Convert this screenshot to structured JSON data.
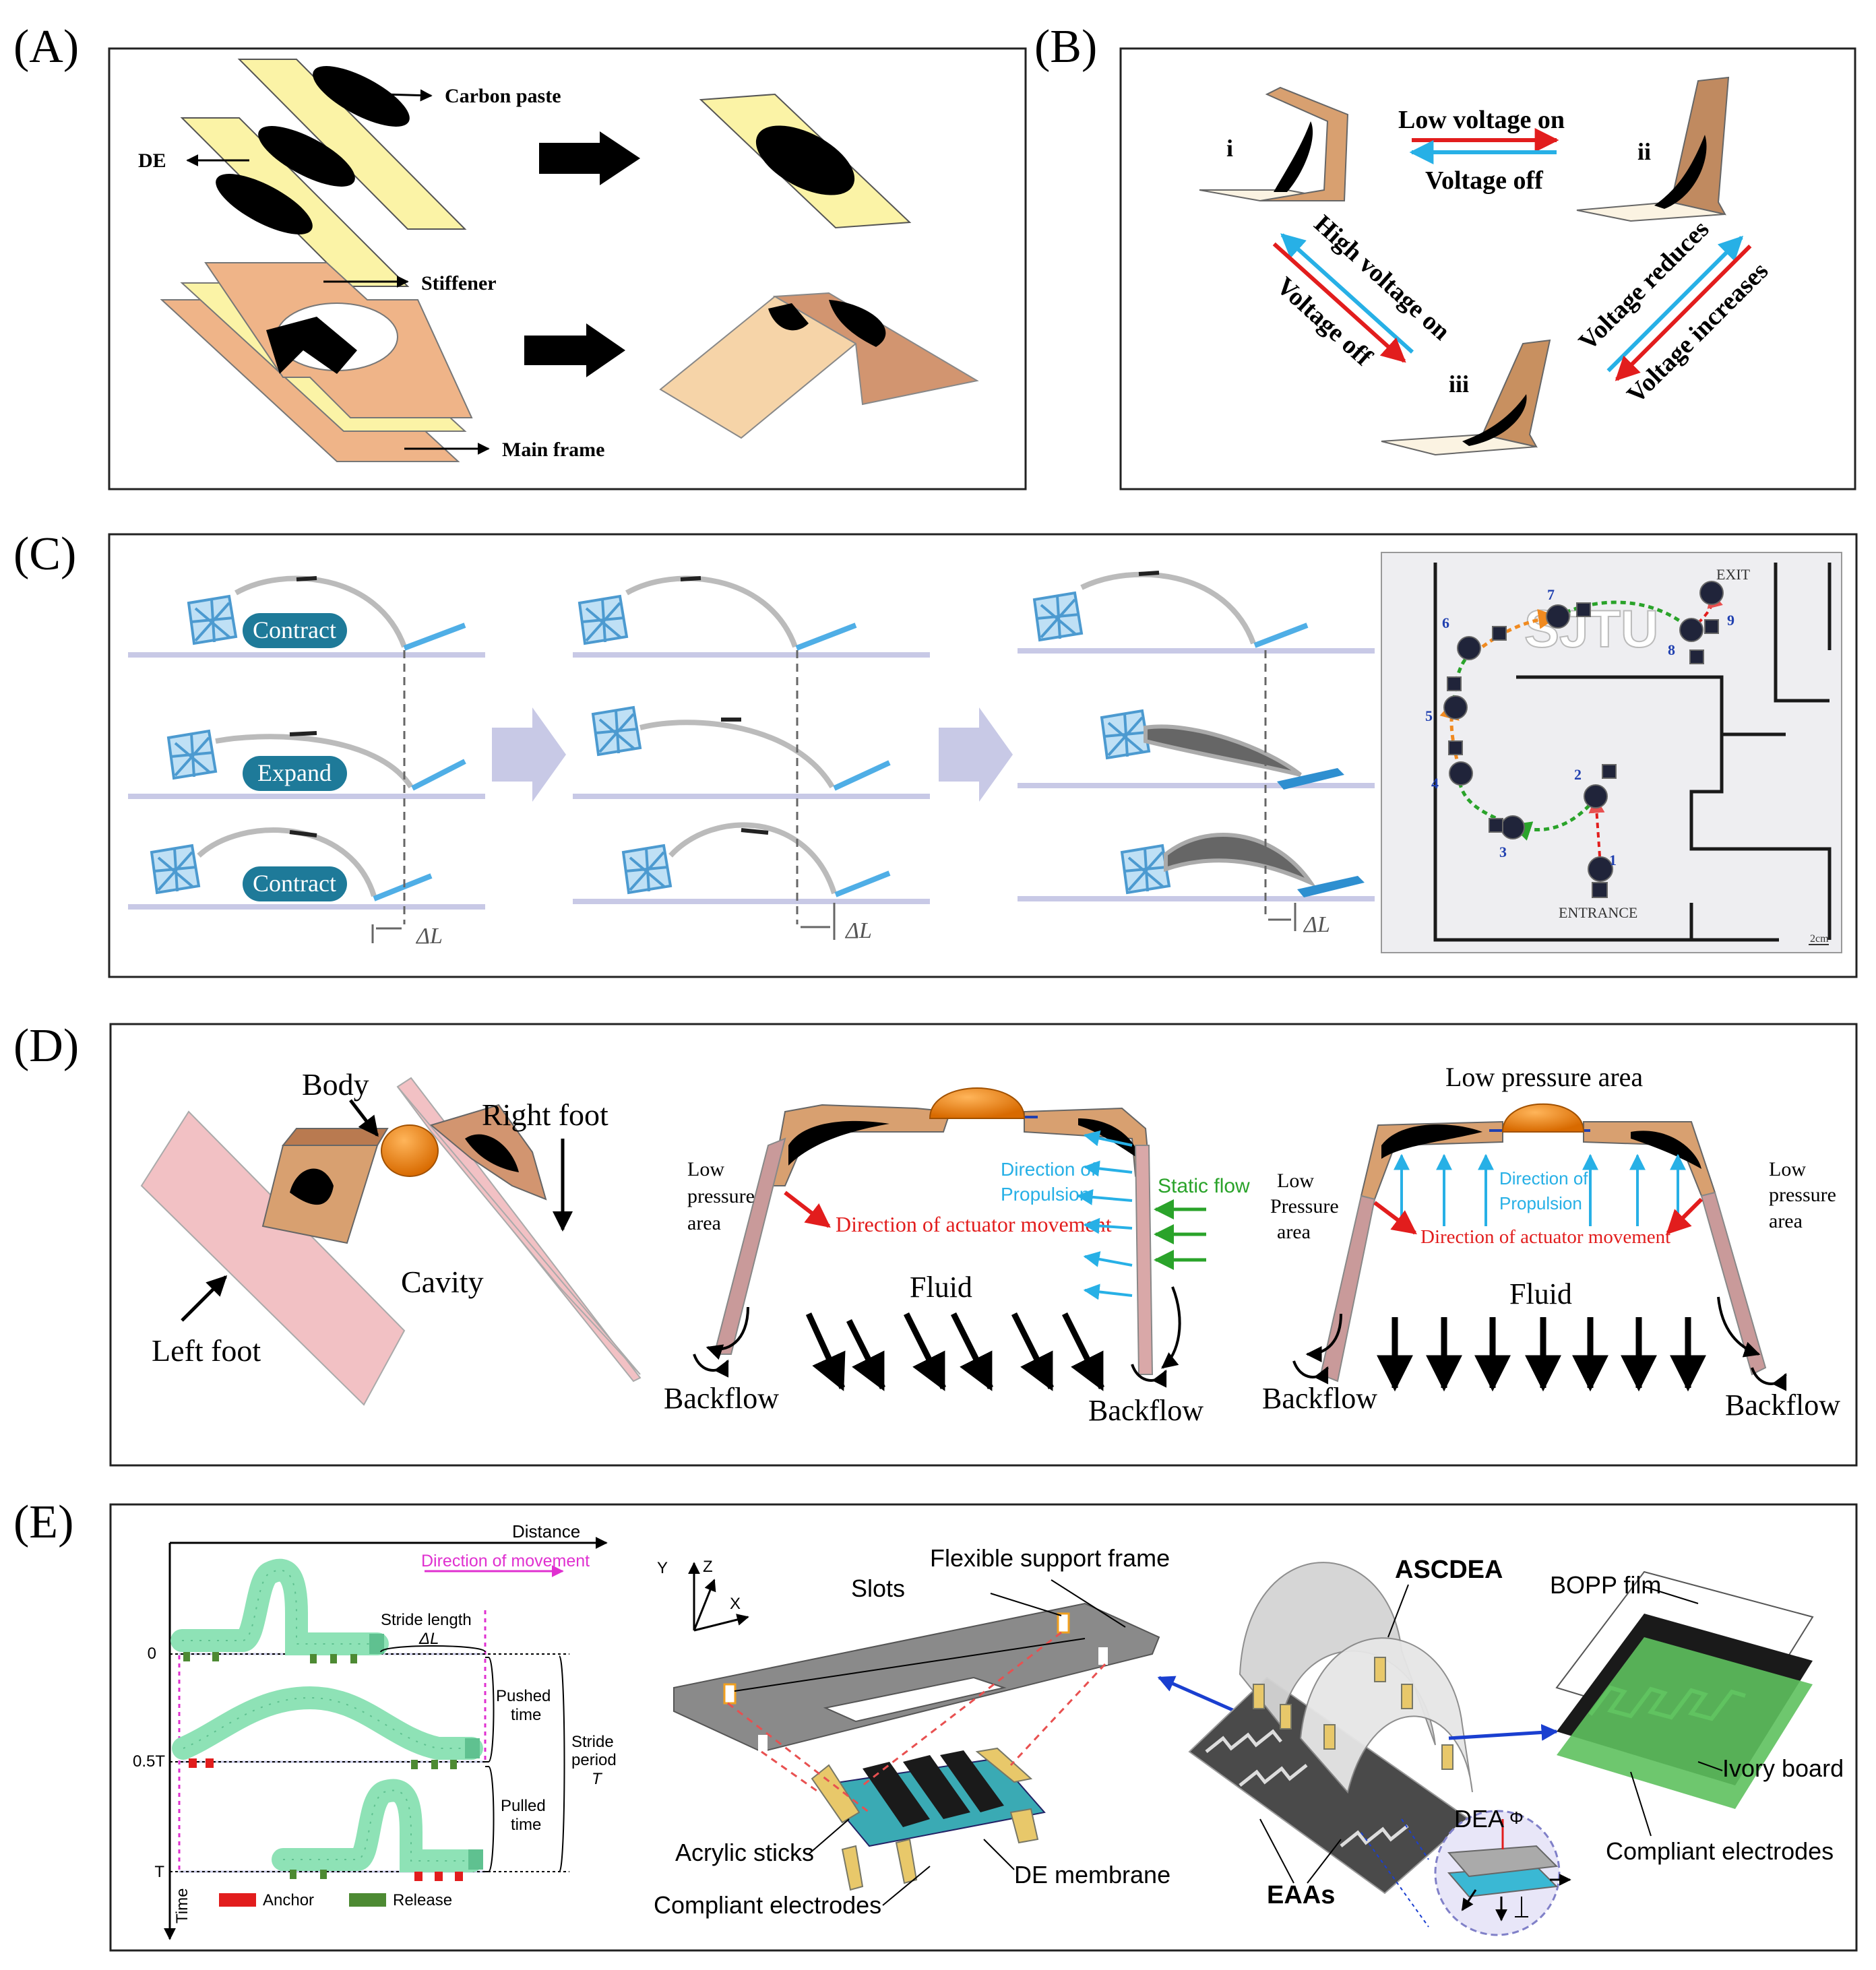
{
  "panels": {
    "a": {
      "label": "(A)",
      "carbon_paste": "Carbon paste",
      "de": "DE",
      "stiffener": "Stiffener",
      "main_frame": "Main frame"
    },
    "b": {
      "label": "(B)",
      "state_i": "i",
      "state_ii": "ii",
      "state_iii": "iii",
      "low_voltage_on": "Low voltage on",
      "voltage_off": "Voltage off",
      "high_voltage_on": "High voltage on",
      "voltage_off_2": "Voltage off",
      "voltage_reduces": "Voltage reduces",
      "voltage_increases": "Voltage increases"
    },
    "c": {
      "label": "(C)",
      "contract": "Contract",
      "expand": "Expand",
      "contract_2": "Contract",
      "delta_l": "ΔL",
      "exit": "EXIT",
      "entrance": "ENTRANCE",
      "sjtu": "SJTU",
      "scale": "2cm",
      "waypoints": [
        "1",
        "2",
        "3",
        "4",
        "5",
        "6",
        "7",
        "8",
        "9"
      ]
    },
    "d": {
      "label": "(D)",
      "body": "Body",
      "right_foot": "Right foot",
      "left_foot": "Left foot",
      "cavity": "Cavity",
      "low_pressure_area": "Low pressure area",
      "low": "Low",
      "pressure": "pressure",
      "area": "area",
      "pressure_cap": "Pressure",
      "direction_of": "Direction of",
      "propulsion": "Propulsion",
      "static_flow": "Static flow",
      "direction_actuator": "Direction of actuator movement",
      "fluid": "Fluid",
      "backflow": "Backflow"
    },
    "e": {
      "label": "(E)",
      "distance": "Distance",
      "direction_movement": "Direction of movement",
      "stride_length": "Stride length",
      "delta_l": "ΔL",
      "t0": "0",
      "t_half": "0.5T",
      "t_full": "T",
      "pushed": "Pushed",
      "pulled": "Pulled",
      "time_word": "time",
      "stride": "Stride",
      "period": "period",
      "period_t": "T",
      "time_axis": "Time",
      "anchor": "Anchor",
      "release": "Release",
      "axis_y": "Y",
      "axis_z": "Z",
      "axis_x": "X",
      "flexible_support_frame": "Flexible support frame",
      "slots": "Slots",
      "acrylic_sticks": "Acrylic sticks",
      "compliant_electrodes": "Compliant  electrodes",
      "de_membrane": "DE membrane",
      "ascdea": "ASCDEA",
      "eaas": "EAAs",
      "dea": "DEA",
      "phi": "Φ",
      "bopp_film": "BOPP film",
      "ivory_board": "Ivory board",
      "compliant_electrodes_2": "Compliant  electrodes"
    }
  },
  "colors": {
    "yellow_film": "#fbf3a6",
    "stiffener": "#efb488",
    "frame_tan": "#c89870",
    "robot_blue": "#5aa9d8",
    "badge_teal": "#1e7a99",
    "arrow_red": "#e21d1d",
    "arrow_blue": "#27b0e6",
    "arrow_green": "#2aa32a",
    "caterpillar_green": "#8ee2b6",
    "magenta": "#e030d0",
    "foot_pink": "#f2c1c4",
    "body_orange": "#f08410",
    "plate_grey": "#8a8a8a",
    "membrane_teal": "#3aaab4",
    "board_green": "#5ec15e"
  }
}
